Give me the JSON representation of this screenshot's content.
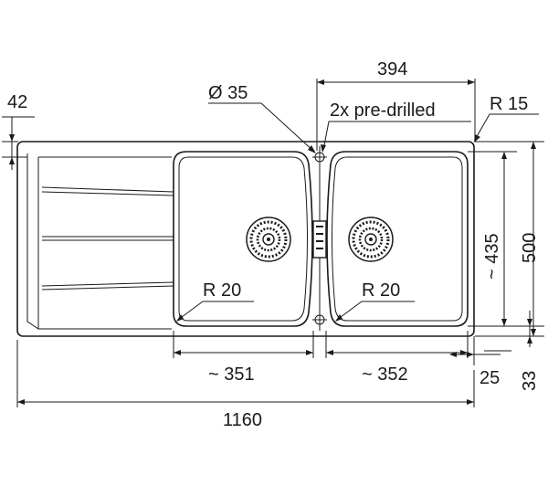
{
  "dimensions": {
    "hole_diameter": "Ø 35",
    "holes_distance": "394",
    "pre_drilled_note": "2x pre-drilled",
    "corner_radius_outer": "R 15",
    "drainer_offset": "42",
    "bowl_depth": "~ 435",
    "overall_depth": "500",
    "bowl_radius_left": "R 20",
    "bowl_radius_right": "R 20",
    "left_bowl_width": "~ 351",
    "right_bowl_width": "~ 352",
    "edge_offset_right": "25",
    "edge_offset_bottom": "33",
    "overall_width": "1160"
  },
  "colors": {
    "line": "#1a1a1a",
    "background": "#ffffff"
  }
}
